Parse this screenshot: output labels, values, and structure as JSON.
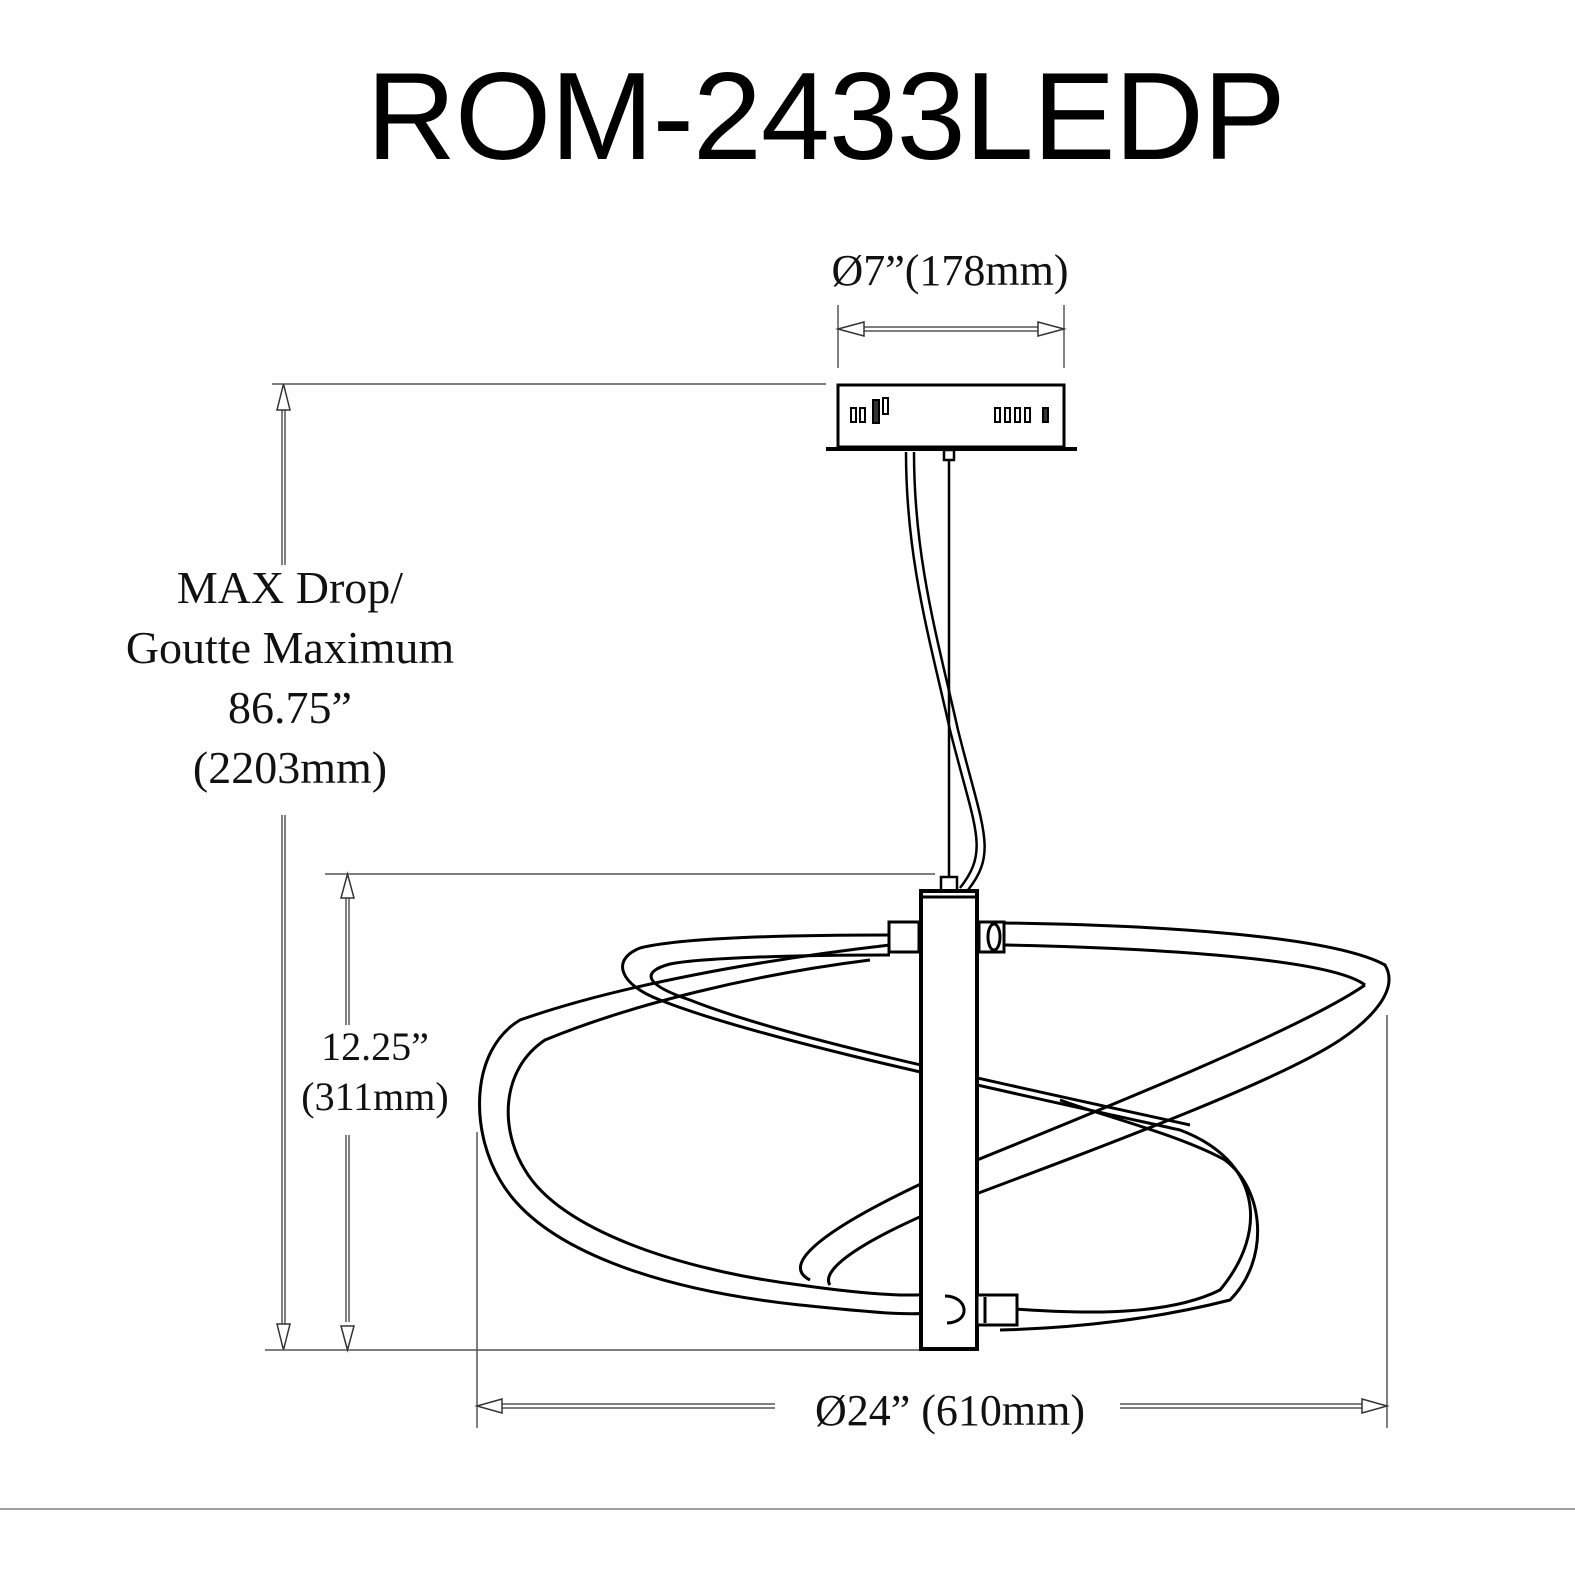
{
  "title": "ROM-2433LEDP",
  "dimensions": {
    "canopy_diameter": "Ø7”(178mm)",
    "max_drop": {
      "line1": "MAX Drop/",
      "line2": "Goutte Maximum",
      "line3": "86.75”",
      "line4": "(2203mm)"
    },
    "fixture_height": {
      "line1": "12.25”",
      "line2": "(311mm)"
    },
    "fixture_diameter": "Ø24” (610mm)"
  },
  "colors": {
    "line": "#000000",
    "dimension_line": "#555555",
    "footer_rule": "#a0a0a0",
    "background": "#ffffff"
  }
}
